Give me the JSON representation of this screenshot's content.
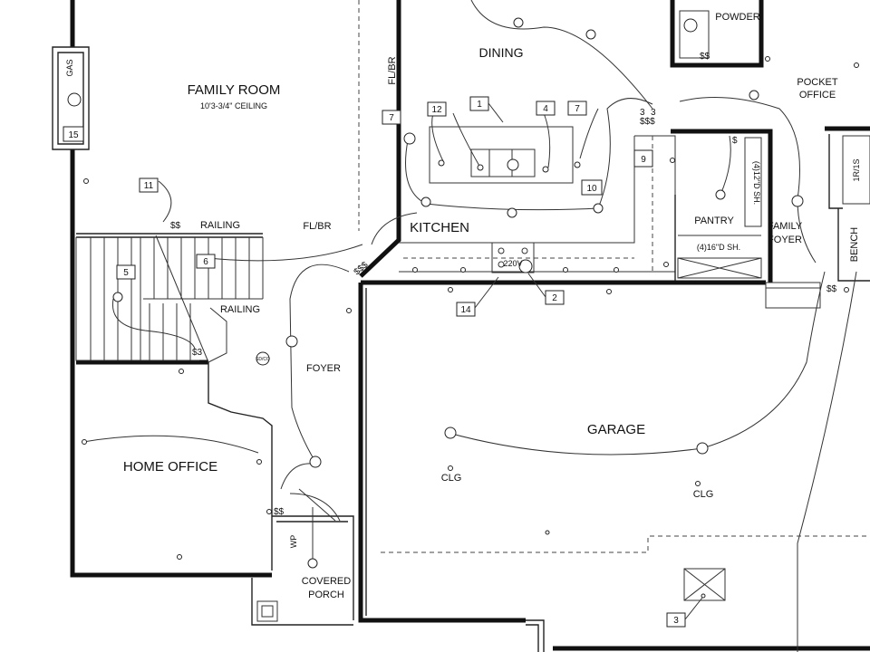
{
  "rooms": {
    "family_room": "FAMILY ROOM",
    "family_room_ceiling": "10'3-3/4\" CEILING",
    "dining": "DINING",
    "powder": "POWDER",
    "pocket_office_1": "POCKET",
    "pocket_office_2": "OFFICE",
    "kitchen": "KITCHEN",
    "pantry": "PANTRY",
    "pantry_shelf_bottom": "(4)16\"D SH.",
    "pantry_shelf_side": "(4)12\"D SH.",
    "family_foyer_1": "FAMILY",
    "family_foyer_2": "FOYER",
    "bench": "BENCH",
    "rts": "1R/1S",
    "foyer": "FOYER",
    "garage": "GARAGE",
    "home_office": "HOME OFFICE",
    "covered_porch_1": "COVERED",
    "covered_porch_2": "PORCH"
  },
  "labels": {
    "railing_upper": "RAILING",
    "railing_lower": "RAILING",
    "fl_br_horizontal": "FL/BR",
    "fl_br_vertical": "FL/BR",
    "gas": "GAS",
    "clg_left": "CLG",
    "clg_right": "CLG",
    "range_voltage": "220V",
    "wp": "WP",
    "sd_co": "SD/CO"
  },
  "callouts": {
    "c1": "1",
    "c2": "2",
    "c3": "3",
    "c4": "4",
    "c5": "5",
    "c6": "6",
    "c7_left": "7",
    "c7_right": "7",
    "c9": "9",
    "c10": "10",
    "c11": "11",
    "c12": "12",
    "c14": "14",
    "c15": "15"
  },
  "switches": {
    "sw_railing": "$$",
    "sw_stair": "$3",
    "sw_powder": "$$",
    "sw_kitchen_cluster": "$$$",
    "sw_garage_door": "$$",
    "sw_family_foyer": "$$",
    "sw_porch": "$$",
    "sw_pantry": "$",
    "sw_kitchen_entry": "$$$",
    "three_a": "3",
    "three_b": "3"
  }
}
